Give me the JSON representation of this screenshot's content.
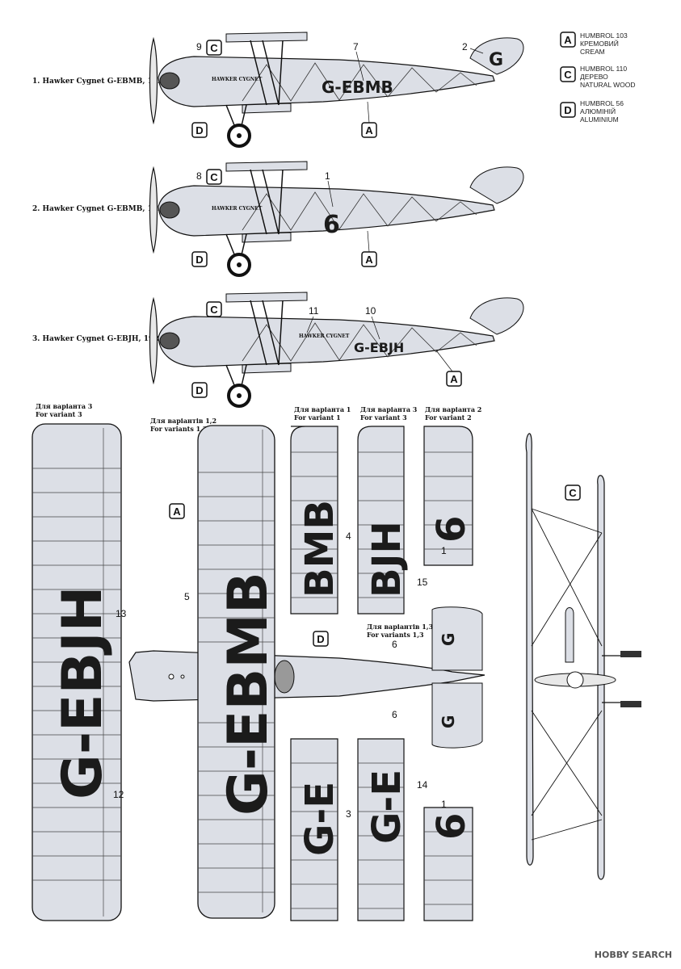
{
  "legend": [
    {
      "letter": "A",
      "lines": [
        "HUMBROL 103",
        "КРЕМОВИЙ",
        "CREAM"
      ]
    },
    {
      "letter": "C",
      "lines": [
        "HUMBROL 110",
        "ДЕРЕВО",
        "NATURAL WOOD"
      ]
    },
    {
      "letter": "D",
      "lines": [
        "HUMBROL 56",
        "АЛЮМІНІЙ",
        "ALUMINIUM"
      ]
    }
  ],
  "variants": [
    {
      "title": "1. Hawker Cygnet G-EBMB, 1926",
      "registration": "G-EBMB",
      "tail_letter": "G",
      "cowl_text": "HAWKER CYGNET",
      "callouts": [
        "9",
        "7",
        "2"
      ],
      "boxes": [
        "C",
        "A",
        "D"
      ]
    },
    {
      "title": "2. Hawker Cygnet G-EBMB, 1926",
      "registration": "6",
      "cowl_text": "HAWKER CYGNET",
      "callouts": [
        "8",
        "1"
      ],
      "boxes": [
        "C",
        "A",
        "D"
      ]
    },
    {
      "title": "3. Hawker Cygnet G-EBJH, 1926",
      "registration": "G-EBJH",
      "cowl_text": "HAWKER CYGNET",
      "callouts": [
        "11",
        "10"
      ],
      "boxes": [
        "C",
        "A",
        "D"
      ]
    }
  ],
  "wing_notes": {
    "left_wing": {
      "uk": "Для варіанта 3",
      "en": "For variant 3",
      "reg": "G-EBJH",
      "callouts": [
        "13",
        "12"
      ]
    },
    "center_wing": {
      "uk": "Для варіантів 1,2",
      "en": "For variants 1,2",
      "reg": "G-EBMB",
      "callouts": [
        "5"
      ],
      "box": "A"
    },
    "panel1": {
      "uk": "Для варіанта 1",
      "en": "For variant 1",
      "text": "BMB",
      "callout": "4",
      "box": "D"
    },
    "panel2": {
      "uk": "Для варіанта 3",
      "en": "For variant 3",
      "text": "BJH",
      "callout": "15"
    },
    "panel3": {
      "uk": "Для варіанта 2",
      "en": "For variant 2",
      "text": "6",
      "callout": "1"
    },
    "tail_note": {
      "uk": "Для варіантів 1,3",
      "en": "For variants 1,3",
      "callouts": [
        "6",
        "6"
      ],
      "letter": "G"
    },
    "lower_panel1": {
      "text": "G-E",
      "callout": "3"
    },
    "lower_panel2": {
      "text": "G-E",
      "callout": "14"
    },
    "lower_panel3": {
      "text": "6",
      "callout": "1"
    }
  },
  "front_view_box": "C",
  "watermark": "HOBBY SEARCH"
}
